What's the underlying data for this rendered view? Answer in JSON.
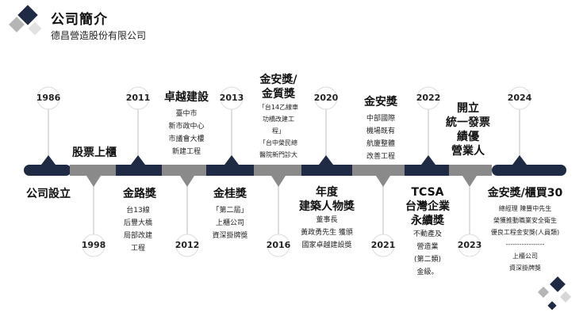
{
  "header": {
    "title": "公司簡介",
    "subtitle": "德昌營造股份有限公司"
  },
  "milestones": [
    {
      "year": "1986",
      "title": "公司設立",
      "lines": []
    },
    {
      "year": "1998",
      "title": "股票上櫃",
      "lines": []
    },
    {
      "year": "2011",
      "title": "金路獎",
      "lines": [
        "台13線",
        "后豐大橋",
        "局部改建",
        "工程"
      ]
    },
    {
      "year": "2012",
      "title": "卓越建設",
      "lines": [
        "臺中市",
        "新市政中心",
        "市議會大樓",
        "新建工程"
      ]
    },
    {
      "year": "2013",
      "title": "金桂獎",
      "lines": [
        "「第二屆」",
        "上櫃公司",
        "資深掛牌獎"
      ]
    },
    {
      "year": "2016",
      "title": "金安獎/\n金質獎",
      "lines": [
        "「台14乙線車",
        "功橋改建工",
        "程」",
        "「台中榮民總",
        "醫院新門診大"
      ]
    },
    {
      "year": "2020",
      "title": "年度\n建築人物獎",
      "lines": [
        "董事長",
        "黃政勇先生 獲頒",
        "國家卓越建設獎"
      ]
    },
    {
      "year": "2021",
      "title": "金安獎",
      "lines": [
        "中部國際",
        "機場既有",
        "航廈整體",
        "改善工程"
      ]
    },
    {
      "year": "2022",
      "title": "TCSA\n台灣企業\n永續獎",
      "lines": [
        "不動產及",
        "營造業",
        "(第二類)",
        "金級。"
      ]
    },
    {
      "year": "2023",
      "title": "開立\n統一發票\n績優\n營業人",
      "lines": []
    },
    {
      "year": "2024",
      "title": "金安獎/櫃買30",
      "lines": [
        "總經理 陳豐中先生",
        "榮獲推動職業安全衛生",
        "優良工程金安獎(人員類)",
        "-----------------",
        "上櫃公司",
        "資深掛牌獎"
      ]
    }
  ],
  "colors": {
    "dark": "#1f2a44",
    "gray": "#8a8a8a",
    "line": "#c9c9c9"
  }
}
